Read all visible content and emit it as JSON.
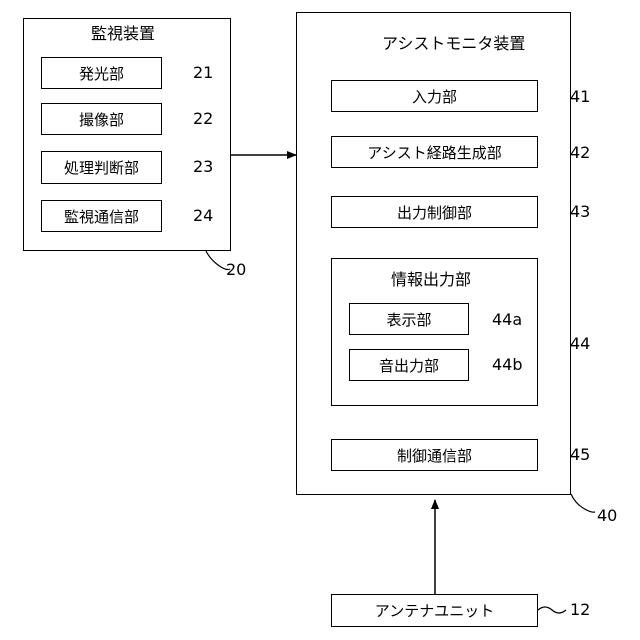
{
  "monitoring_device": {
    "title": "監視装置",
    "ref": "20",
    "units": [
      {
        "label": "発光部",
        "ref": "21"
      },
      {
        "label": "撮像部",
        "ref": "22"
      },
      {
        "label": "処理判断部",
        "ref": "23"
      },
      {
        "label": "監視通信部",
        "ref": "24"
      }
    ]
  },
  "assist_monitor": {
    "title": "アシストモニタ装置",
    "ref": "40",
    "input": {
      "label": "入力部",
      "ref": "41"
    },
    "route": {
      "label": "アシスト経路生成部",
      "ref": "42"
    },
    "output_control": {
      "label": "出力制御部",
      "ref": "43"
    },
    "info_output": {
      "title": "情報出力部",
      "ref": "44",
      "display": {
        "label": "表示部",
        "ref": "44a"
      },
      "sound": {
        "label": "音出力部",
        "ref": "44b"
      }
    },
    "comm": {
      "label": "制御通信部",
      "ref": "45"
    }
  },
  "antenna": {
    "label": "アンテナユニット",
    "ref": "12"
  }
}
